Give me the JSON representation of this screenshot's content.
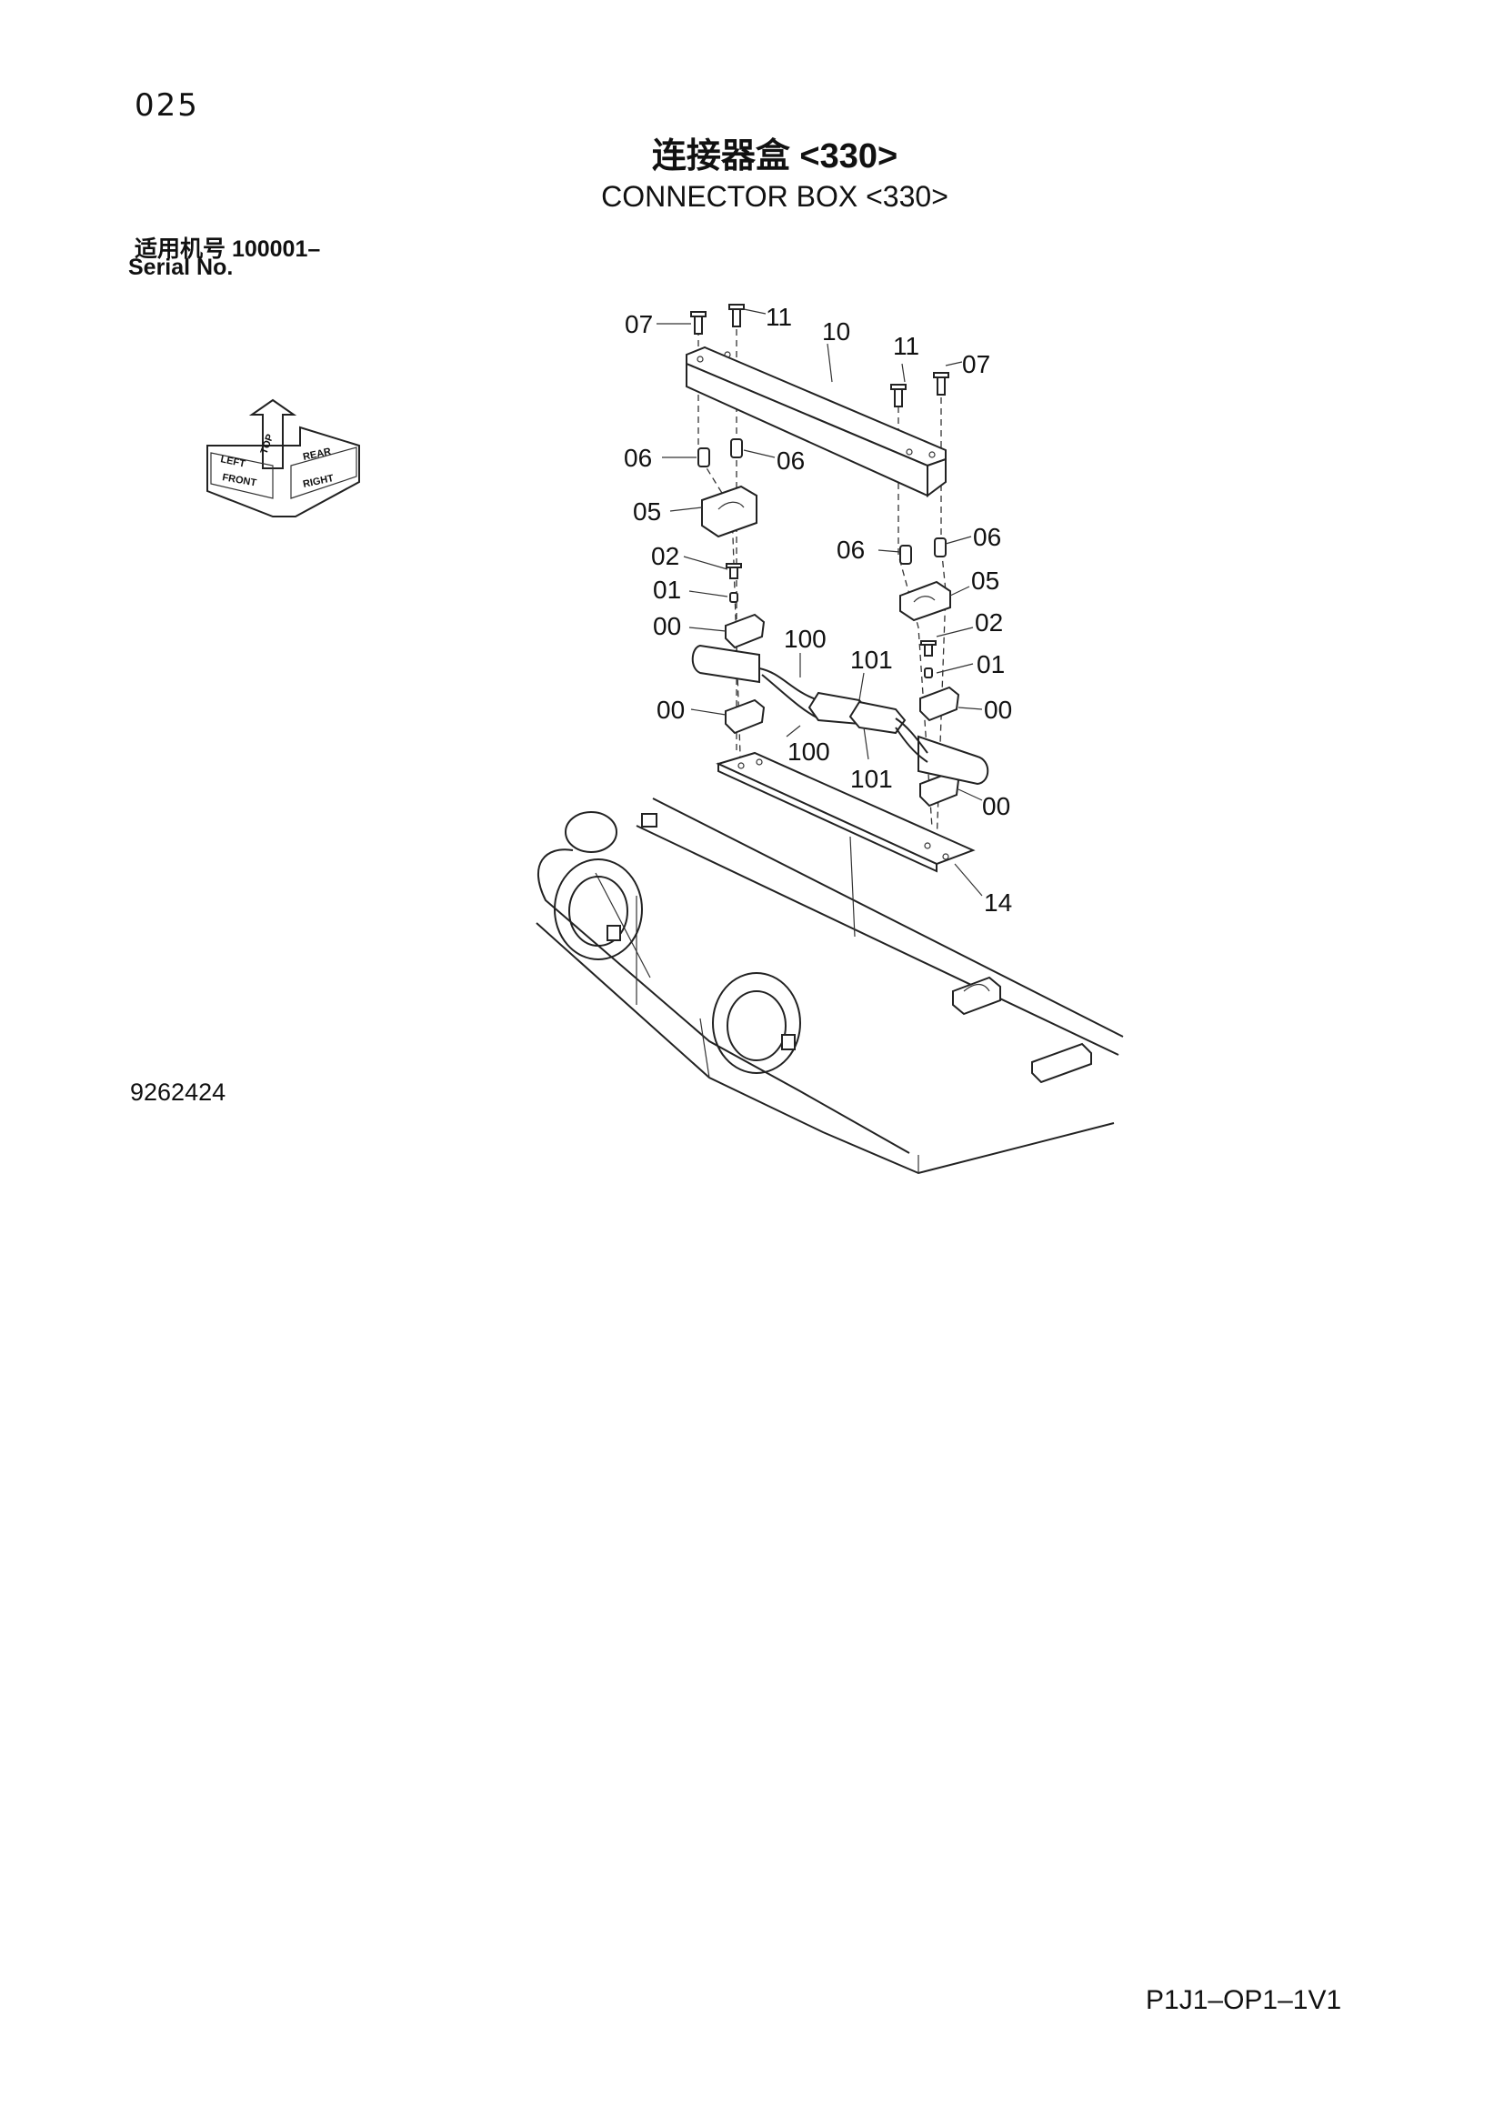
{
  "header": {
    "page_number": "025",
    "title_cn": "连接器盒 <330>",
    "title_en": "CONNECTOR BOX <330>",
    "serial_label_cn": "适用机号 100001–",
    "serial_label_en": "Serial No."
  },
  "orientation_badge": {
    "top": "TOP",
    "front": "FRONT",
    "right": "RIGHT",
    "left": "LEFT",
    "rear": "REAR"
  },
  "callouts": {
    "c07a": "07",
    "c11a": "11",
    "c10": "10",
    "c11b": "11",
    "c07b": "07",
    "c06a": "06",
    "c06b": "06",
    "c05a": "05",
    "c06c": "06",
    "c06d": "06",
    "c02a": "02",
    "c05b": "05",
    "c01a": "01",
    "c00a": "00",
    "c100a": "100",
    "c02b": "02",
    "c101a": "101",
    "c01b": "01",
    "c00b": "00",
    "c00c": "00",
    "c100b": "100",
    "c101b": "101",
    "c00d": "00",
    "c14": "14"
  },
  "footer": {
    "drawing_number": "9262424",
    "page_code": "P1J1–OP1–1V1"
  }
}
